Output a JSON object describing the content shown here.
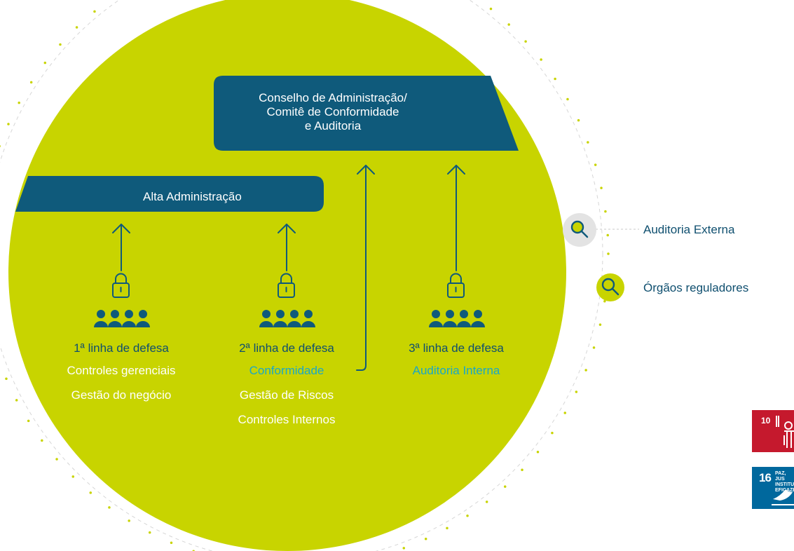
{
  "top_box": {
    "line1": "Conselho de Administração/",
    "line2": "Comitê de Conformidade",
    "line3": "e Auditoria"
  },
  "mid_box": {
    "label": "Alta Administração"
  },
  "columns": [
    {
      "title": "1ª linha de defesa",
      "items": [
        "Controles gerenciais",
        "Gestão do negócio"
      ]
    },
    {
      "title": "2ª linha de defesa",
      "items": [
        "Conformidade",
        "Gestão de Riscos",
        "Controles Internos"
      ]
    },
    {
      "title": "3ª linha de defesa",
      "items": [
        "Auditoria Interna"
      ]
    }
  ],
  "external": [
    {
      "label": "Auditoria Externa"
    },
    {
      "label": "Órgãos reguladores"
    }
  ],
  "sdg_badges": [
    {
      "number": "10",
      "color": "#c5192d"
    },
    {
      "number": "16",
      "text": "PAZ, JUS INSTITU EFICAZE",
      "color": "#00689d"
    }
  ],
  "colors": {
    "circle": "#c8d400",
    "navy": "#0f5a7b",
    "accent": "#1aa7c8"
  }
}
